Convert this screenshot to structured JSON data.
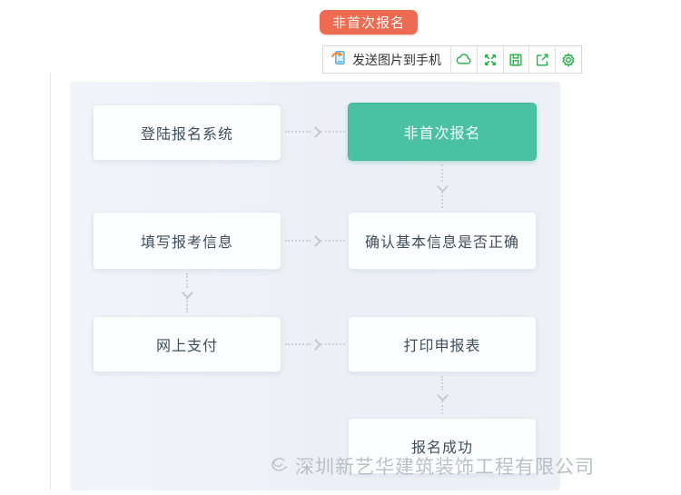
{
  "badge": {
    "label": "非首次报名"
  },
  "toolbar": {
    "send_button": {
      "label": "发送图片到手机",
      "icon": "phone-send-icon"
    },
    "icons": [
      {
        "name": "cloud-icon"
      },
      {
        "name": "expand-icon"
      },
      {
        "name": "save-icon"
      },
      {
        "name": "share-icon"
      },
      {
        "name": "settings-icon"
      }
    ]
  },
  "flowchart": {
    "nodes": {
      "login": {
        "label": "登陆报名系统"
      },
      "not_first": {
        "label": "非首次报名",
        "highlighted": true
      },
      "fill_info": {
        "label": "填写报考信息"
      },
      "confirm_info": {
        "label": "确认基本信息是否正确"
      },
      "pay": {
        "label": "网上支付"
      },
      "print_form": {
        "label": "打印申报表"
      },
      "success": {
        "label": "报名成功"
      }
    }
  },
  "watermark": {
    "text": "深圳新艺华建筑装饰工程有限公司"
  },
  "colors": {
    "badge_red": "#ee6a51",
    "node_green": "#4ac1a4",
    "icon_green": "#1fb141",
    "panel_bg": "#edf1f6"
  }
}
